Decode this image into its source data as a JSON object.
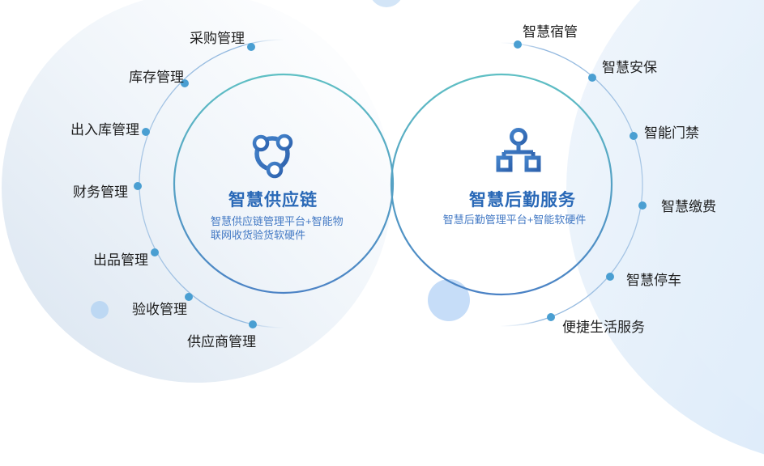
{
  "left": {
    "icon": "network-nodes-icon",
    "title": "智慧供应链",
    "subtitle_lines": [
      "智慧供应链管理平台+智能物",
      "联网收货验货软硬件"
    ],
    "items": [
      {
        "label": "采购管理"
      },
      {
        "label": "库存管理"
      },
      {
        "label": "出入库管理"
      },
      {
        "label": "财务管理"
      },
      {
        "label": "出品管理"
      },
      {
        "label": "验收管理"
      },
      {
        "label": "供应商管理"
      }
    ]
  },
  "right": {
    "icon": "org-chart-icon",
    "title": "智慧后勤服务",
    "subtitle": "智慧后勤管理平台+智能软硬件",
    "items": [
      {
        "label": "智慧宿管"
      },
      {
        "label": "智慧安保"
      },
      {
        "label": "智能门禁"
      },
      {
        "label": "智慧缴费"
      },
      {
        "label": "智慧停车"
      },
      {
        "label": "便捷生活服务"
      }
    ]
  },
  "colors": {
    "title_blue": "#2a69b7",
    "subtitle_blue": "#4379c4",
    "label_text": "#1e1e1e",
    "ring_teal": "#5fc0c4",
    "ring_blue": "#4b82c5",
    "dot_blue": "#4a9fd2",
    "faint_arc": "#9cbede",
    "icon_blue_dark": "#2e62ad",
    "icon_blue_light": "#4483cb"
  }
}
